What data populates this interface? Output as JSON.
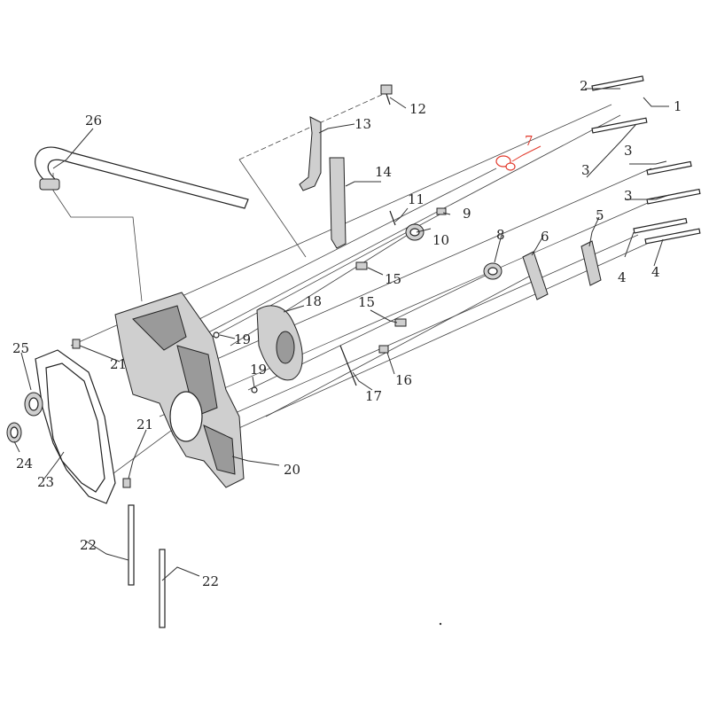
{
  "diagram": {
    "highlight_color": "#e23a2c",
    "line_color": "#333333",
    "background": "#ffffff",
    "callouts": {
      "c1": "1",
      "c2": "2",
      "c3a": "3",
      "c3b": "3",
      "c3c": "3",
      "c4a": "4",
      "c4b": "4",
      "c5": "5",
      "c6": "6",
      "c7": "7",
      "c8": "8",
      "c9": "9",
      "c10": "10",
      "c11": "11",
      "c12": "12",
      "c13": "13",
      "c14": "14",
      "c15a": "15",
      "c15b": "15",
      "c16": "16",
      "c17": "17",
      "c18": "18",
      "c19a": "19",
      "c19b": "19",
      "c20": "20",
      "c21a": "21",
      "c21b": "21",
      "c22a": "22",
      "c22b": "22",
      "c23": "23",
      "c24": "24",
      "c25": "25",
      "c26": "26"
    }
  }
}
